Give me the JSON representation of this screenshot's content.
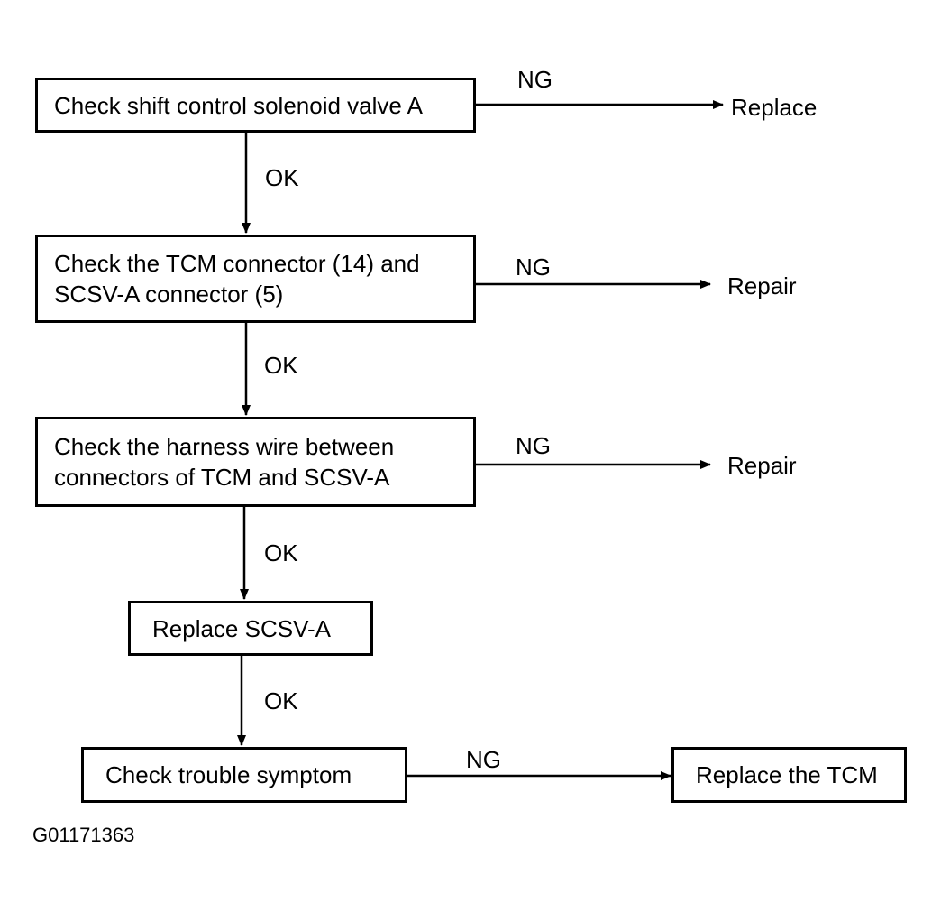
{
  "steps": [
    {
      "lines": [
        "Check shift control solenoid valve A"
      ]
    },
    {
      "lines": [
        "Check the TCM connector (14) and",
        "SCSV-A connector (5)"
      ]
    },
    {
      "lines": [
        "Check the harness wire between",
        "connectors of TCM and SCSV-A"
      ]
    },
    {
      "lines": [
        "Replace SCSV-A"
      ]
    },
    {
      "lines": [
        "Check trouble symptom"
      ]
    }
  ],
  "final_action": "Replace the TCM",
  "branches": [
    {
      "condition": "NG",
      "action": "Replace"
    },
    {
      "condition": "NG",
      "action": "Repair"
    },
    {
      "condition": "NG",
      "action": "Repair"
    },
    {
      "condition": "NG"
    }
  ],
  "flow_labels": [
    "OK",
    "OK",
    "OK",
    "OK"
  ],
  "figure_id": "G01171363"
}
